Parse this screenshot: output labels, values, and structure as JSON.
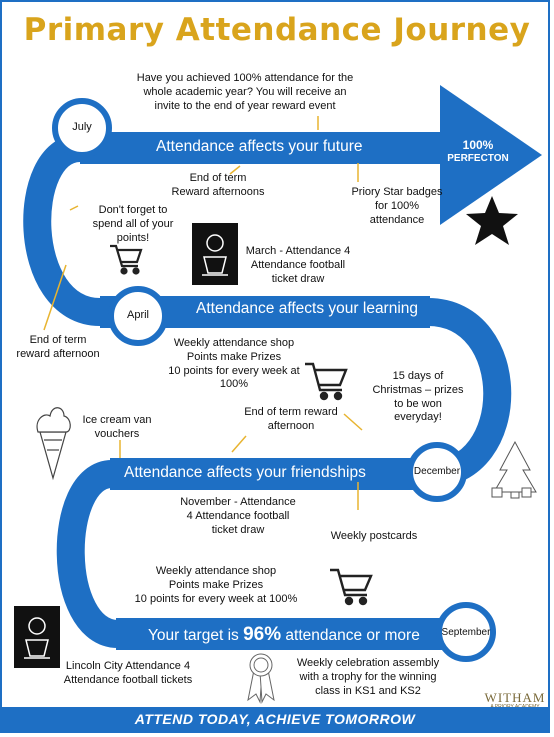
{
  "header": {
    "title": "Primary Attendance Journey"
  },
  "bands": {
    "future": "Attendance affects your future",
    "learning": "Attendance affects your learning",
    "friendships": "Attendance affects your friendships",
    "target_prefix": "Your target is ",
    "target_value": "96%",
    "target_suffix": " attendance or more"
  },
  "arrow_tip": {
    "line1": "100%",
    "line2": "PERFECTON"
  },
  "milestones": {
    "july": "July",
    "april": "April",
    "december": "December",
    "september": "September"
  },
  "notes": {
    "reward_event": "Have you achieved 100% attendance for the whole academic year?  You will receive an invite to the end of year reward event",
    "reward_afternoons": "End of term\nReward afternoons",
    "priory_star": "Priory Star badges\nfor 100%\nattendance",
    "dont_forget": "Don't forget to\nspend all of your\npoints!",
    "march_draw": "March - Attendance 4\nAttendance football\nticket draw",
    "end_term_reward_left": "End of term\nreward afternoon",
    "weekly_shop_1": "Weekly attendance shop\nPoints make Prizes\n10 points for every week at\n100%",
    "christmas": "15 days of\nChristmas – prizes\nto be won\neveryday!",
    "ice_cream": "Ice cream van\nvouchers",
    "end_term_reward_mid": "End of term reward\nafternoon",
    "november_draw": "November - Attendance\n4 Attendance football\nticket draw",
    "weekly_postcards": "Weekly postcards",
    "weekly_shop_2": "Weekly attendance shop\nPoints make Prizes\n10 points for every week at 100%",
    "lincoln_city": "Lincoln City Attendance 4\nAttendance football tickets",
    "celebration": "Weekly celebration assembly\nwith a trophy for the winning\nclass in KS1 and KS2"
  },
  "footer": {
    "slogan": "ATTEND TODAY, ACHIEVE TOMORROW"
  },
  "logo": {
    "name": "WITHAM",
    "sub": "A PRIORY ACADEMY"
  },
  "colors": {
    "road": "#1e6fc4",
    "title": "#d9a41c",
    "accent": "#e8b430"
  },
  "icons": [
    "shopping-cart-icon",
    "star-icon",
    "lincoln-imp-badge-icon",
    "ice-cream-icon",
    "christmas-tree-icon",
    "rosette-icon",
    "logo-icon"
  ]
}
